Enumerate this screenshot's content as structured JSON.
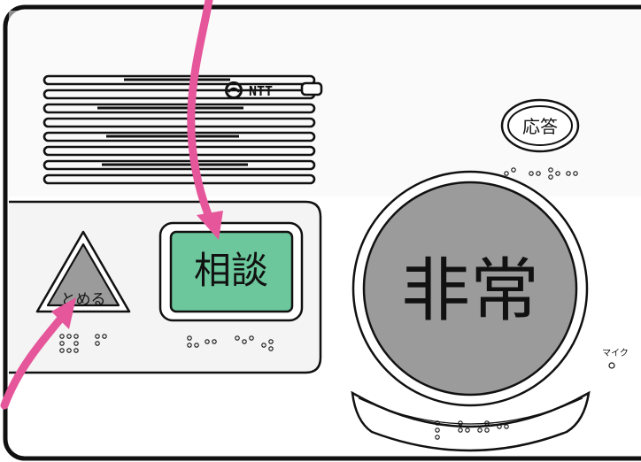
{
  "device": {
    "brand": "NTT",
    "buttons": {
      "stop": {
        "label": "とめる"
      },
      "consult": {
        "label": "相談"
      },
      "emergency": {
        "label": "非常"
      },
      "answer": {
        "label": "応答"
      }
    },
    "mic_label": "マイク"
  },
  "colors": {
    "outline": "#111111",
    "panel": "#ffffff",
    "inner_panel": "#f4f4f4",
    "button_gray": "#9b9b9b",
    "consult_green": "#6cc79c",
    "arrow_pink": "#e5569a"
  },
  "icons": {
    "brand_logo": "ntt-logo-icon",
    "indicator": "indicator-lamp-icon",
    "speaker": "speaker-grille-icon",
    "arrows": "pink-arrow-icon"
  }
}
